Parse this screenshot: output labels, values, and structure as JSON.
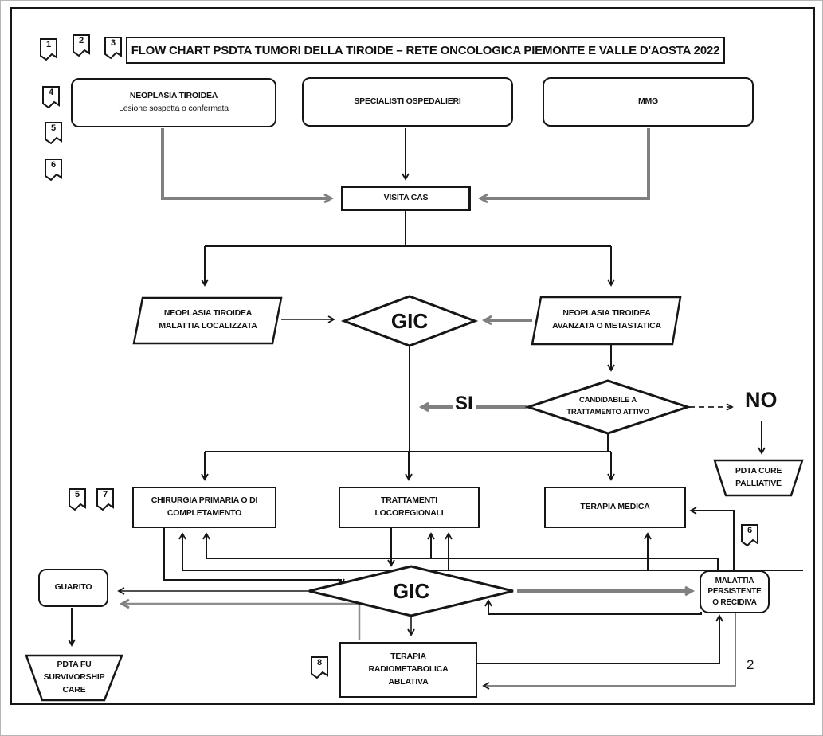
{
  "title": "FLOW CHART PSDTA TUMORI DELLA TIROIDE – RETE ONCOLOGICA PIEMONTE E VALLE D'AOSTA 2022",
  "page_number": "2",
  "tags": [
    "1",
    "2",
    "3",
    "4",
    "5",
    "6",
    "5",
    "7",
    "6",
    "8"
  ],
  "nodes": {
    "neoplasia_input": [
      "NEOPLASIA TIROIDEA",
      "Lesione sospetta o confermata"
    ],
    "specialisti": "SPECIALISTI OSPEDALIERI",
    "mmg": "MMG",
    "visita_cas": "VISITA CAS",
    "localizzata": [
      "NEOPLASIA TIROIDEA",
      "MALATTIA LOCALIZZATA"
    ],
    "avanzata": [
      "NEOPLASIA TIROIDEA",
      "AVANZATA O METASTATICA"
    ],
    "gic1": "GIC",
    "candidabile": [
      "CANDIDABILE A",
      "TRATTAMENTO ATTIVO"
    ],
    "pdta_cure": [
      "PDTA CURE",
      "PALLIATIVE"
    ],
    "chirurgia": [
      "CHIRURGIA PRIMARIA O DI",
      "COMPLETAMENTO"
    ],
    "trattamenti": [
      "TRATTAMENTI",
      "LOCOREGIONALI"
    ],
    "terapia_medica": "TERAPIA MEDICA",
    "gic2": "GIC",
    "guarito": "GUARITO",
    "malattia": [
      "MALATTIA",
      "PERSISTENTE",
      "O RECIDIVA"
    ],
    "terapia_rm": [
      "TERAPIA",
      "RADIOMETABOLICA",
      "ABLATIVA"
    ],
    "pdta_fu": [
      "PDTA FU",
      "SURVIVORSHIP",
      "CARE"
    ]
  },
  "labels": {
    "si": "SI",
    "no": "NO"
  },
  "colors": {
    "line_black": "#161616",
    "arrow_gray": "#808080"
  }
}
